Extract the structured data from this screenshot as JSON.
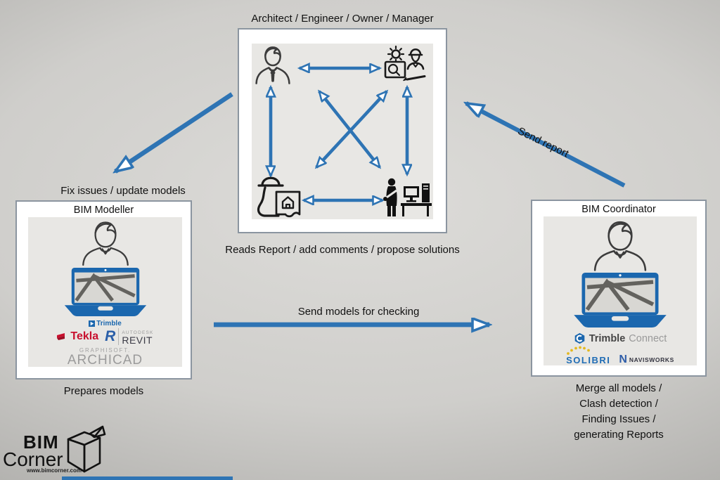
{
  "colors": {
    "arrow": "#2e74b4",
    "panel": "#e8e7e4",
    "border": "#8b95a0",
    "laptop_blue": "#1b67ae",
    "tekla_red": "#c8102e",
    "solibri_blue": "#1f6cb5",
    "solibri_gold": "#e3b920"
  },
  "center_group": {
    "title": "Architect / Engineer / Owner / Manager",
    "caption": "Reads Report / add comments / propose solutions",
    "icons": [
      "businessman-icon",
      "engineer-team-icon",
      "site-worker-blueprint-icon",
      "person-at-workstation-icon"
    ]
  },
  "modeller": {
    "title": "BIM Modeller",
    "caption": "Prepares models",
    "logos": {
      "trimble": "Trimble",
      "tekla": "Tekla",
      "autodesk": "AUTODESK",
      "revit_r": "R",
      "revit": "REVIT",
      "graphisoft": "GRAPHISOFT.",
      "archicad": "ARCHICAD"
    }
  },
  "coordinator": {
    "title": "BIM Coordinator",
    "caption_lines": [
      "Merge all models /",
      "Clash detection /",
      "Finding Issues /",
      "generating Reports"
    ],
    "logos": {
      "trimble": "Trimble",
      "connect": "Connect",
      "solibri": "SOLIBRI",
      "navisworks_n": "N",
      "navisworks": "NAVISWORKS"
    }
  },
  "arrows": {
    "fix_issues": "Fix issues / update models",
    "send_report": "Send report",
    "send_models": "Send models for checking"
  },
  "brand": {
    "bim": "BIM",
    "corner": "Corner",
    "url": "www.bimcorner.com"
  }
}
